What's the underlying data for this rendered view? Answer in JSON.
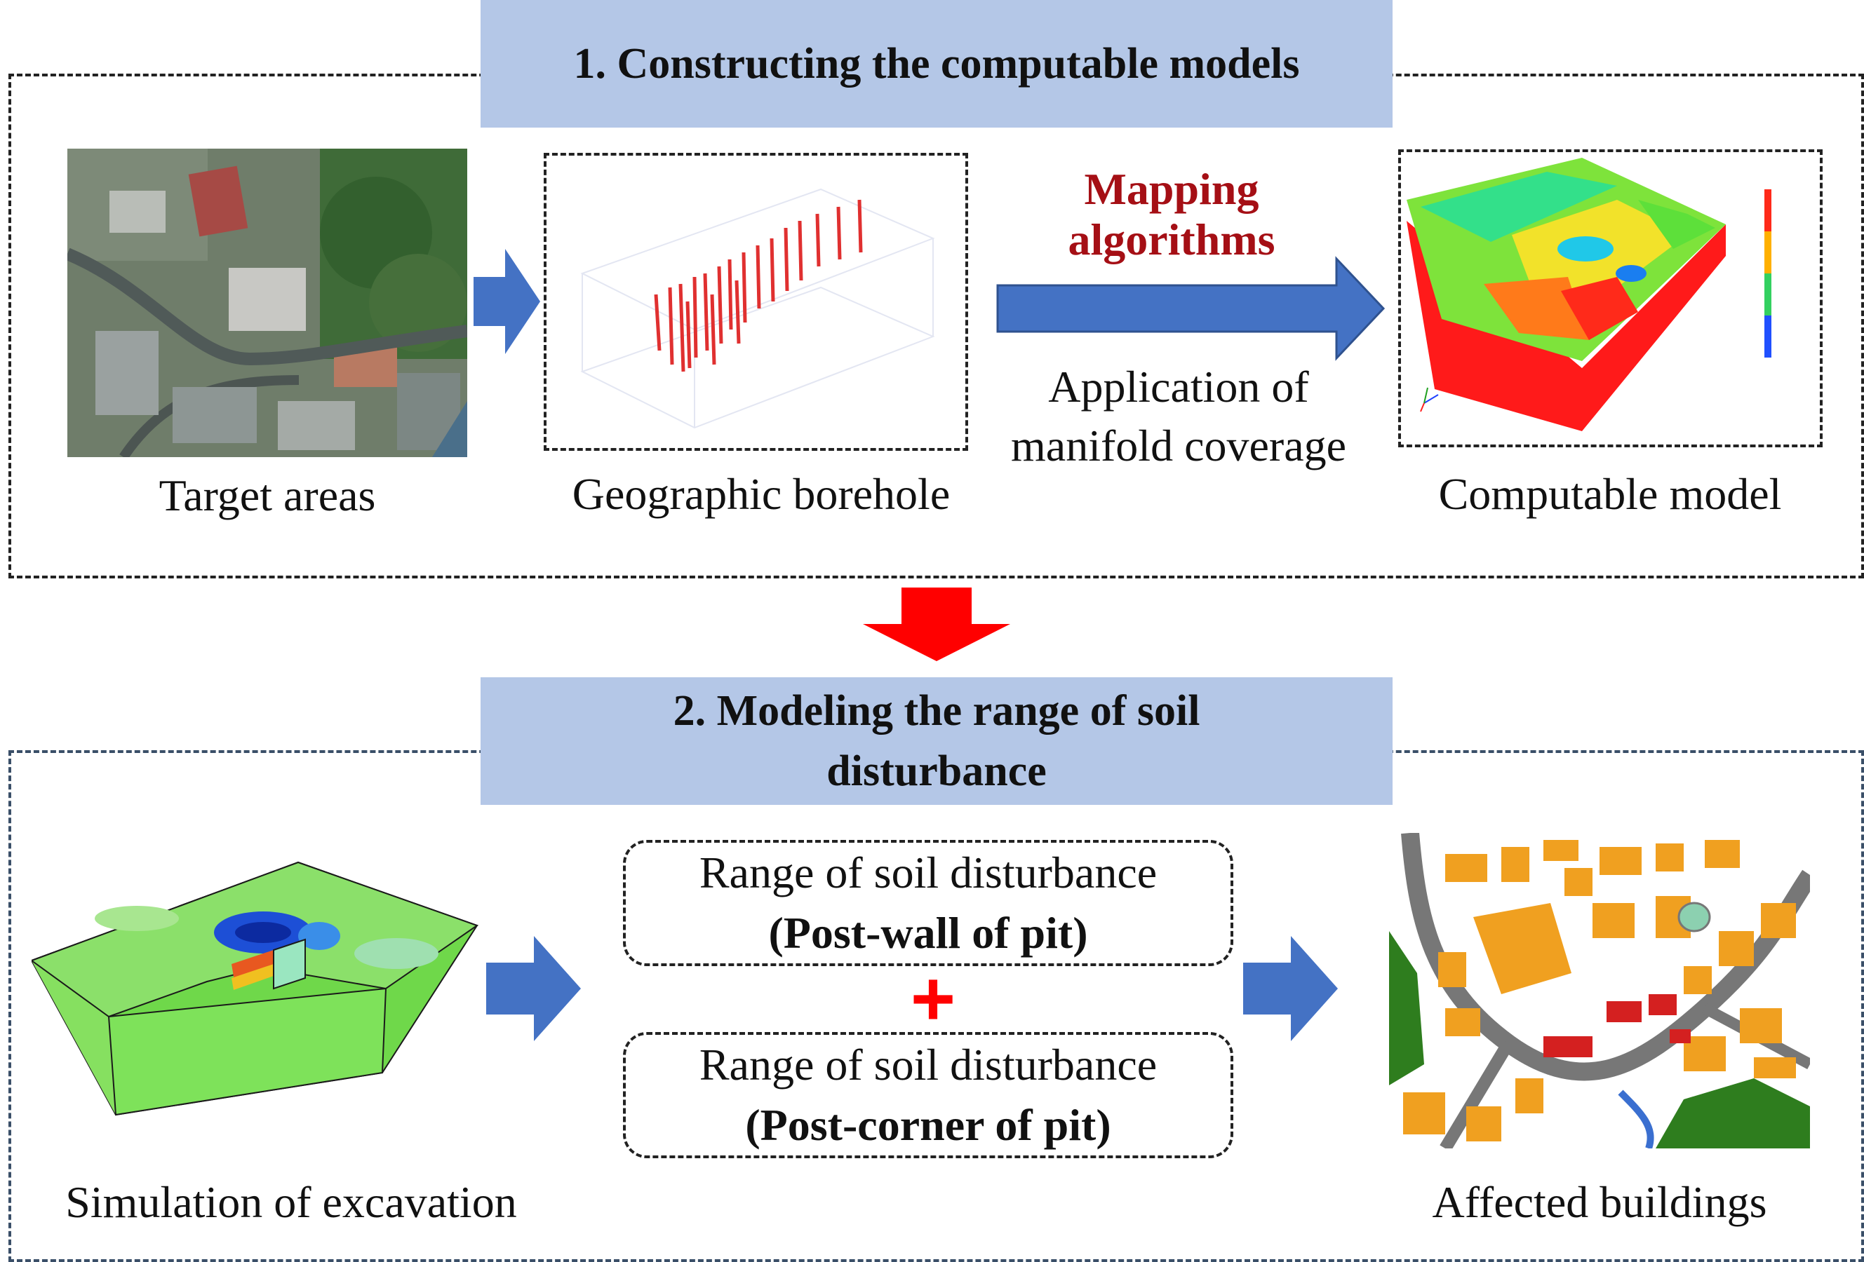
{
  "section1": {
    "banner": "1. Constructing the computable models",
    "target_caption": "Target areas",
    "borehole_caption": "Geographic borehole",
    "model_caption": "Computable model",
    "mapping_line1": "Mapping",
    "mapping_line2": "algorithms",
    "application_line1": "Application of",
    "application_line2": "manifold coverage"
  },
  "section2": {
    "banner_line1": "2. Modeling the range of soil",
    "banner_line2": "disturbance",
    "box1_line1": "Range of soil disturbance",
    "box1_line2": "(Post-wall of pit)",
    "plus": "+",
    "box2_line1": "Range of soil disturbance",
    "box2_line2": "(Post-corner of pit)",
    "simulation_caption": "Simulation of excavation",
    "buildings_caption": "Affected buildings"
  },
  "colors": {
    "banner": "#b4c7e7",
    "arrow_blue": "#4472c4",
    "arrow_red": "#ff0000",
    "mapping_text": "#a50f15"
  },
  "icons": [
    "aerial-photo",
    "borehole-plot",
    "3d-model",
    "excavation-model",
    "building-map"
  ]
}
